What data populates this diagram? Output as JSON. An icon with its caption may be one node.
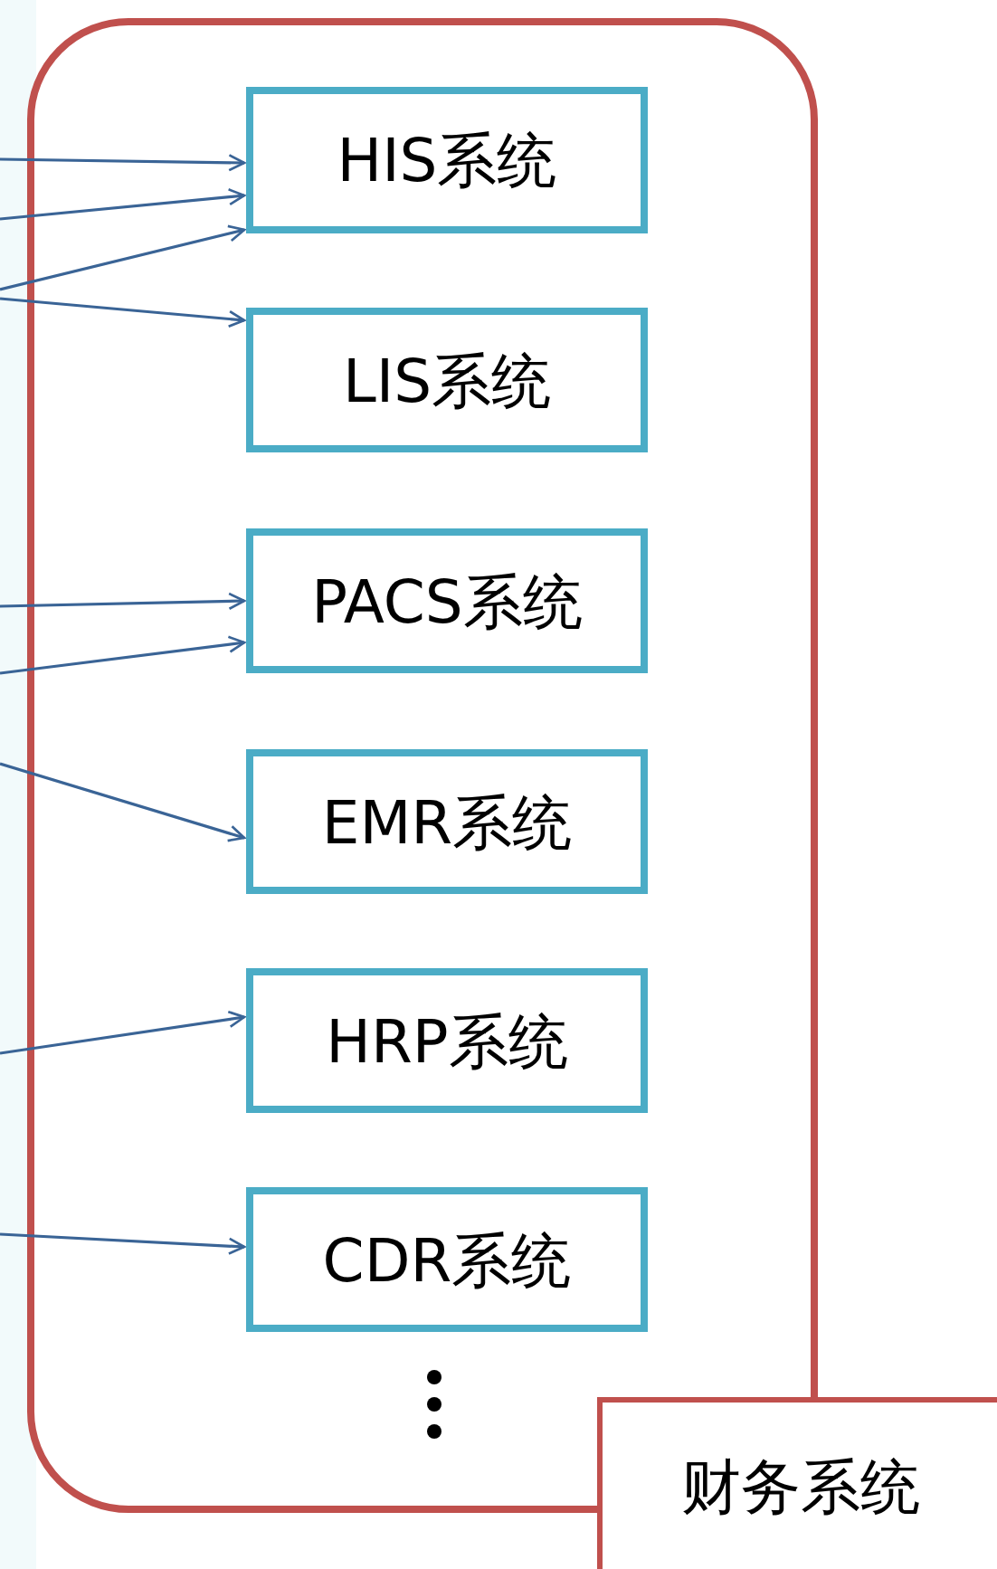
{
  "diagram": {
    "nodes": [
      {
        "text": [],
        "shape": "box"
      },
      {
        "text": [
          "HIS系统"
        ],
        "in": 0
      },
      {
        "text": [
          "LIS系统"
        ],
        "in": 0
      },
      {
        "text": [
          "PACS系统"
        ],
        "in": 0
      },
      {
        "text": [
          "EMR系统"
        ],
        "in": 0
      },
      {
        "text": [
          "HRP系统"
        ],
        "in": 0
      },
      {
        "text": [
          "CDR系统"
        ],
        "in": 0
      },
      {
        "text": [
          "财务系统"
        ]
      }
    ],
    "edges": [
      {
        "from": null,
        "to": 1,
        "arrow": "to"
      },
      {
        "from": null,
        "to": 1,
        "arrow": "to"
      },
      {
        "from": null,
        "to": 1,
        "arrow": "to"
      },
      {
        "from": null,
        "to": 2,
        "arrow": "to"
      },
      {
        "from": null,
        "to": 3,
        "arrow": "to"
      },
      {
        "from": null,
        "to": 3,
        "arrow": "to"
      },
      {
        "from": null,
        "to": 4,
        "arrow": "to"
      },
      {
        "from": null,
        "to": 5,
        "arrow": "to"
      },
      {
        "from": null,
        "to": 6,
        "arrow": "to"
      }
    ]
  }
}
